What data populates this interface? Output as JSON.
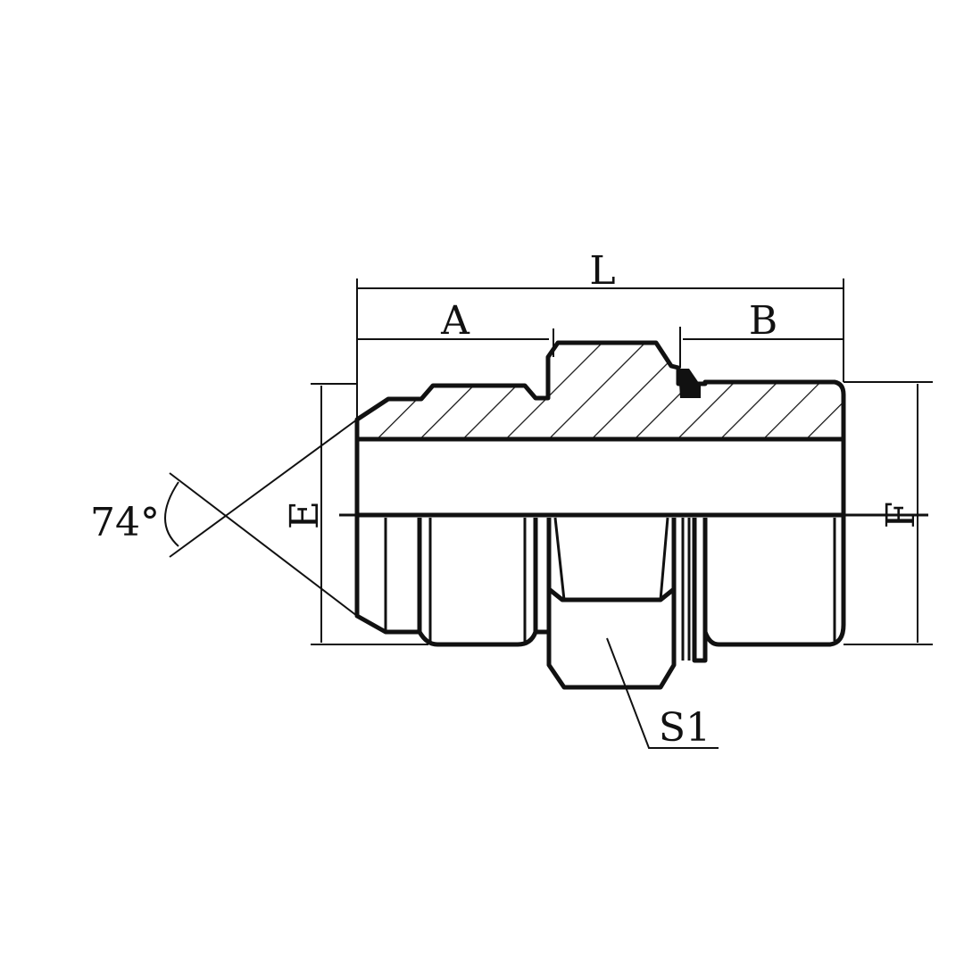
{
  "drawing": {
    "dimensions": {
      "overall_length": "L",
      "left_thread_length": "A",
      "right_thread_length": "B",
      "left_diameter": "E",
      "right_diameter": "F",
      "hex_size": "S1",
      "cone_angle": "74°"
    },
    "colors": {
      "line": "#111111",
      "background": "#ffffff"
    }
  }
}
